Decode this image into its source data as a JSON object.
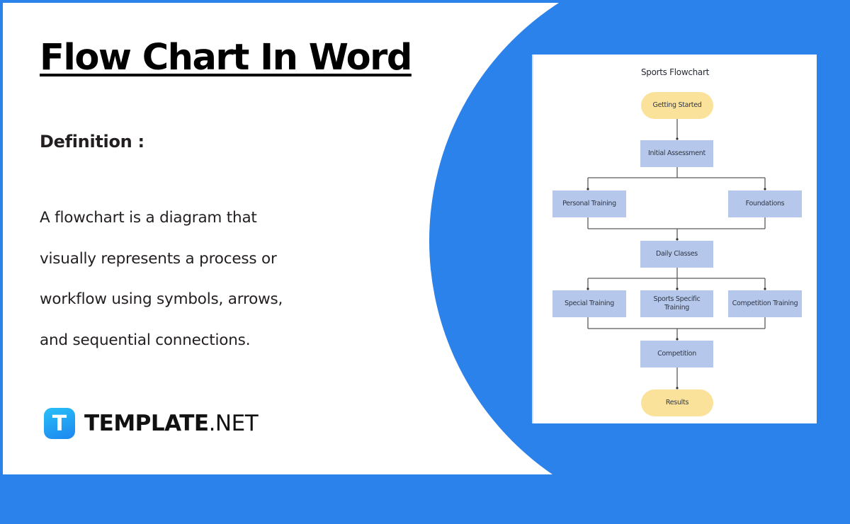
{
  "page": {
    "title": "Flow Chart In Word",
    "definition_label": "Definition :",
    "definition_lines": [
      "A flowchart is a diagram that",
      "visually represents a process or",
      "workflow using symbols, arrows,",
      "and sequential connections."
    ]
  },
  "brand": {
    "icon_letter": "T",
    "name_bold": "TEMPLATE",
    "name_light": ".NET",
    "accent_color": "#2b82ea"
  },
  "flowchart": {
    "title": "Sports Flowchart",
    "colors": {
      "terminal": "#fbe29a",
      "process": "#b5c7ea",
      "connector": "#555555"
    },
    "nodes": [
      {
        "id": "start",
        "label": "Getting Started",
        "shape": "terminal"
      },
      {
        "id": "assess",
        "label": "Initial Assessment",
        "shape": "process"
      },
      {
        "id": "personal",
        "label": "Personal Training",
        "shape": "process"
      },
      {
        "id": "foundations",
        "label": "Foundations",
        "shape": "process"
      },
      {
        "id": "daily",
        "label": "Daily Classes",
        "shape": "process"
      },
      {
        "id": "special",
        "label": "Special Training",
        "shape": "process"
      },
      {
        "id": "sports",
        "label": "Sports Specific Training",
        "shape": "process"
      },
      {
        "id": "comptraining",
        "label": "Competition Training",
        "shape": "process"
      },
      {
        "id": "competition",
        "label": "Competition",
        "shape": "process"
      },
      {
        "id": "results",
        "label": "Results",
        "shape": "terminal"
      }
    ],
    "edges": [
      [
        "start",
        "assess"
      ],
      [
        "assess",
        "personal"
      ],
      [
        "assess",
        "foundations"
      ],
      [
        "personal",
        "daily"
      ],
      [
        "foundations",
        "daily"
      ],
      [
        "daily",
        "special"
      ],
      [
        "daily",
        "sports"
      ],
      [
        "daily",
        "comptraining"
      ],
      [
        "special",
        "competition"
      ],
      [
        "sports",
        "competition"
      ],
      [
        "comptraining",
        "competition"
      ],
      [
        "competition",
        "results"
      ]
    ]
  }
}
